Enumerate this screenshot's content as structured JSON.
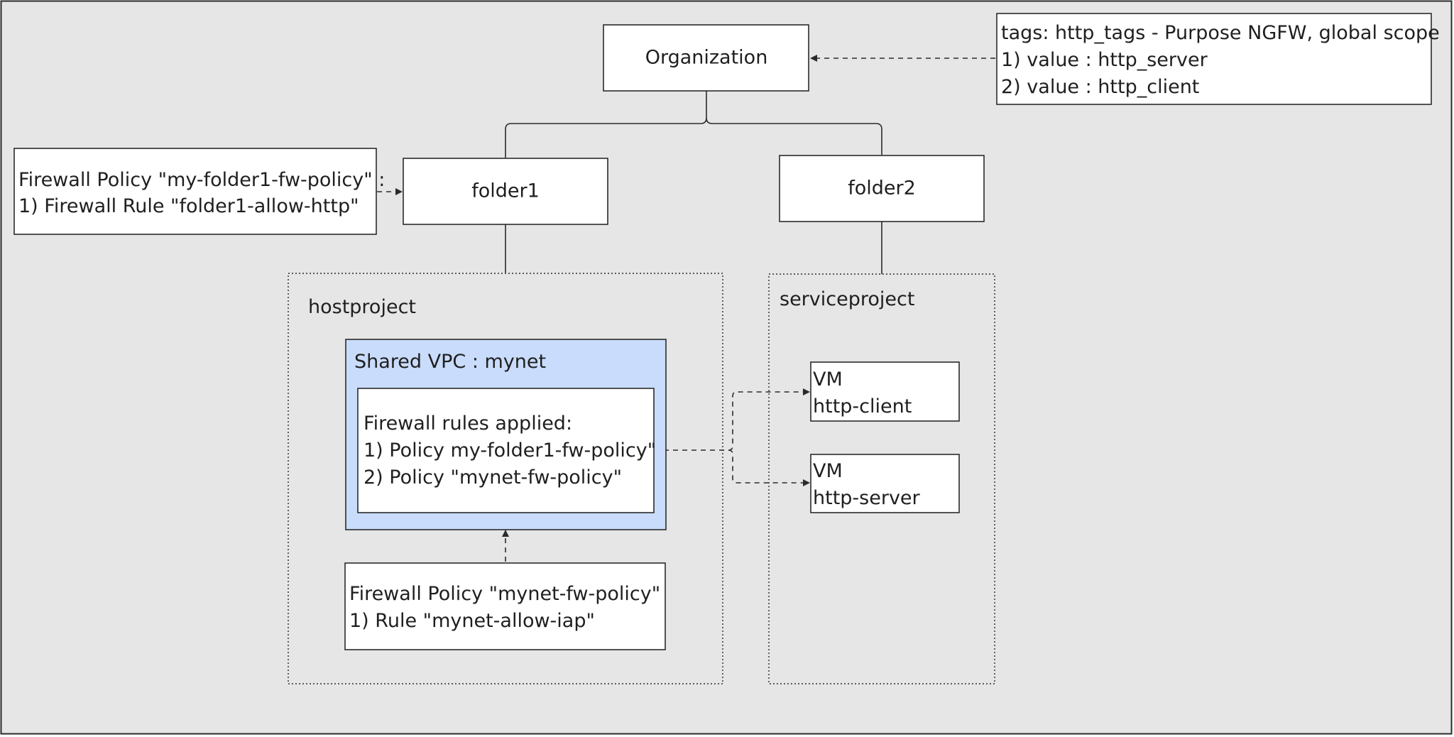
{
  "diagram": {
    "organization": {
      "label": "Organization"
    },
    "org_tags": {
      "lines": [
        "tags: http_tags - Purpose NGFW, global scope",
        "1) value : http_server",
        "2) value : http_client"
      ]
    },
    "folder1": {
      "label": "folder1"
    },
    "folder2": {
      "label": "folder2"
    },
    "folder1_policy": {
      "lines": [
        "Firewall Policy \"my-folder1-fw-policy\" :",
        "1) Firewall Rule \"folder1-allow-http\""
      ]
    },
    "hostproject": {
      "label": "hostproject"
    },
    "serviceproject": {
      "label": "serviceproject"
    },
    "shared_vpc": {
      "label": "Shared VPC : mynet"
    },
    "firewall_rules_applied": {
      "lines": [
        "Firewall rules applied:",
        "1) Policy my-folder1-fw-policy\"",
        "2) Policy \"mynet-fw-policy\""
      ]
    },
    "mynet_policy": {
      "lines": [
        "Firewall Policy \"mynet-fw-policy\"",
        "1) Rule \"mynet-allow-iap\""
      ]
    },
    "vm_client": {
      "lines": [
        "VM",
        "http-client"
      ]
    },
    "vm_server": {
      "lines": [
        "VM",
        "http-server"
      ]
    }
  },
  "colors": {
    "background": "#e6e6e6",
    "box_fill": "#ffffff",
    "vpc_fill": "#c9dcfb",
    "stroke": "#2b2b2b"
  }
}
